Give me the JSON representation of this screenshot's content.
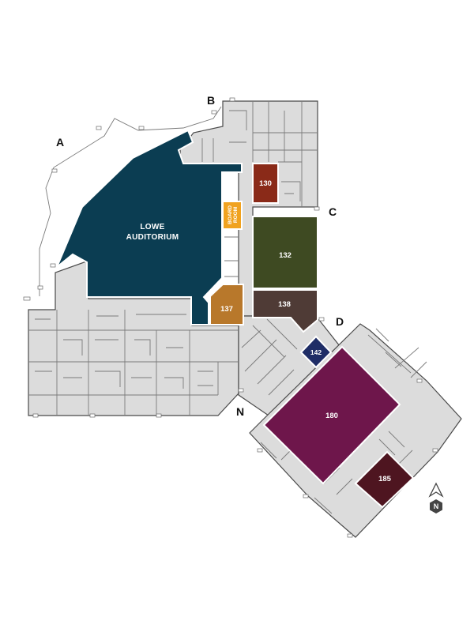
{
  "entrances": [
    {
      "id": "A",
      "label": "A"
    },
    {
      "id": "B",
      "label": "B"
    },
    {
      "id": "C",
      "label": "C"
    },
    {
      "id": "D",
      "label": "D"
    },
    {
      "id": "N",
      "label": "N"
    }
  ],
  "rooms": {
    "auditorium": {
      "line1": "LOWE",
      "line2": "AUDITORIUM",
      "color": "#0b3d52"
    },
    "boardroom": {
      "line1": "BOARD",
      "line2": "ROOM",
      "color": "#f0a21f"
    },
    "r130": {
      "label": "130",
      "color": "#8a2a18"
    },
    "r132": {
      "label": "132",
      "color": "#3e4a22"
    },
    "r137": {
      "label": "137",
      "color": "#b8782b"
    },
    "r138": {
      "label": "138",
      "color": "#4f3b36"
    },
    "r142": {
      "label": "142",
      "color": "#1f2d66"
    },
    "r180": {
      "label": "180",
      "color": "#6e164b"
    },
    "r185": {
      "label": "185",
      "color": "#4e1520"
    }
  },
  "compass": {
    "label": "N",
    "color": "#444444"
  },
  "colors": {
    "hallway": "#dcdcdc",
    "outline": "#4a4a4a"
  }
}
